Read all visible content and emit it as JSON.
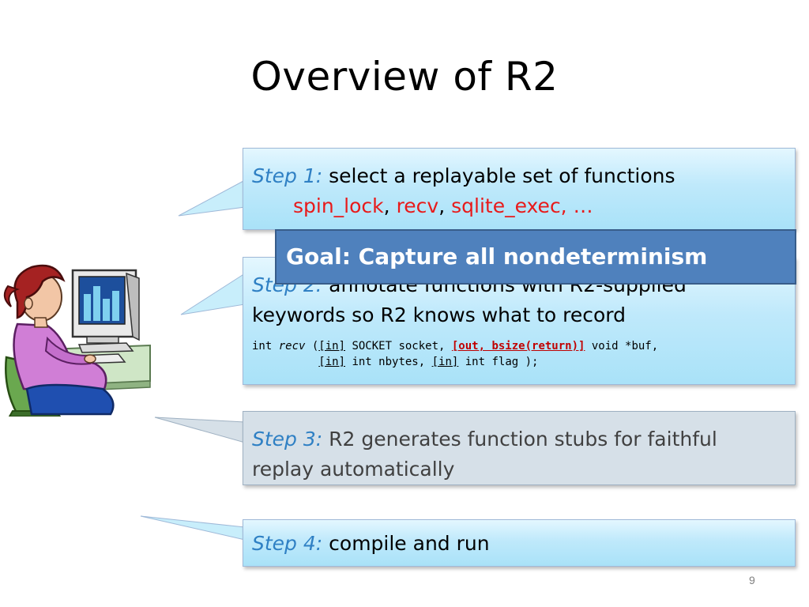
{
  "slide": {
    "title": "Overview of R2",
    "page_number": "9"
  },
  "step1": {
    "label": "Step 1:",
    "text": " select a replayable set of functions",
    "fn1": "spin_lock",
    "sep1": ", ",
    "fn2": "recv",
    "sep2": ", ",
    "fn3": "sqlite_exec, …"
  },
  "goal": {
    "text": "Goal: Capture all nondeterminism"
  },
  "step2": {
    "label": "Step 2:",
    "text": " annotate functions with R2-supplied",
    "text2": "keywords so R2 knows what to record",
    "code": {
      "l1_int": "int ",
      "l1_fn": "recv",
      "l1_open": " (",
      "l1_in1": "[in]",
      "l1_sock": " SOCKET socket, ",
      "l1_out": "[out, bsize(return)]",
      "l1_buf": " void *buf,",
      "l2_pad": "          ",
      "l2_in2": "[in]",
      "l2_nb": " int nbytes, ",
      "l2_in3": "[in]",
      "l2_flag": " int flag );"
    }
  },
  "step3": {
    "label": "Step 3:",
    "text": " R2 generates function stubs for faithful",
    "text2": "replay automatically"
  },
  "step4": {
    "label": "Step 4:",
    "text": " compile and run"
  },
  "colors": {
    "accent_blue": "#2f80c4",
    "highlight_red": "#e81a1a",
    "goal_fill": "#4f81bd"
  }
}
